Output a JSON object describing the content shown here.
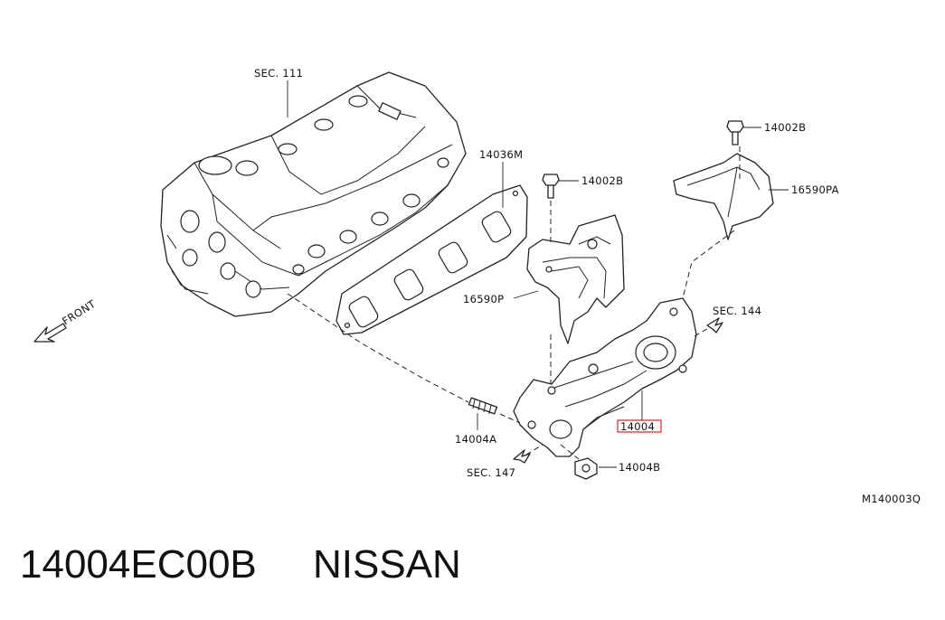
{
  "diagram": {
    "labels": {
      "sec111": "SEC. 111",
      "p14036M": "14036M",
      "p14002B_top": "14002B",
      "p14002B_mid": "14002B",
      "p16590PA": "16590PA",
      "p16590P": "16590P",
      "sec144": "SEC. 144",
      "p14004": "14004",
      "p14004A": "14004A",
      "p14004B": "14004B",
      "sec147": "SEC. 147",
      "front": "FRONT",
      "code": "M140003Q"
    },
    "highlight_color": "#e0201c"
  },
  "caption": {
    "part_number": "14004EC00B",
    "brand": "NISSAN"
  }
}
